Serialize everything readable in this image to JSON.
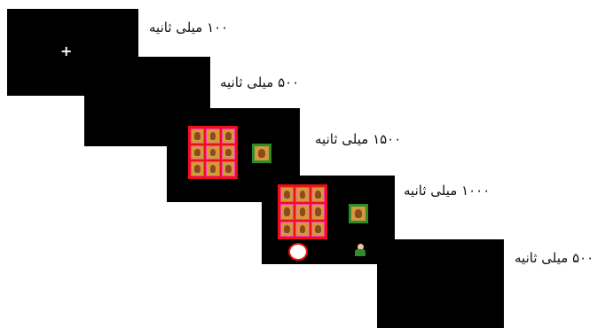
{
  "timeline": [
    {
      "label": "۱۰۰ میلی ثانیه"
    },
    {
      "label": "۵۰۰ میلی ثانیه"
    },
    {
      "label": "۱۵۰۰ میلی ثانیه"
    },
    {
      "label": "۱۰۰۰ میلی ثانیه"
    },
    {
      "label": "۵۰۰ میلی ثانیه"
    }
  ],
  "fixation_symbol": "+",
  "colors": {
    "screen": "#000000",
    "grid_border": "#ee1111",
    "target_border": "#2e8b2e"
  }
}
